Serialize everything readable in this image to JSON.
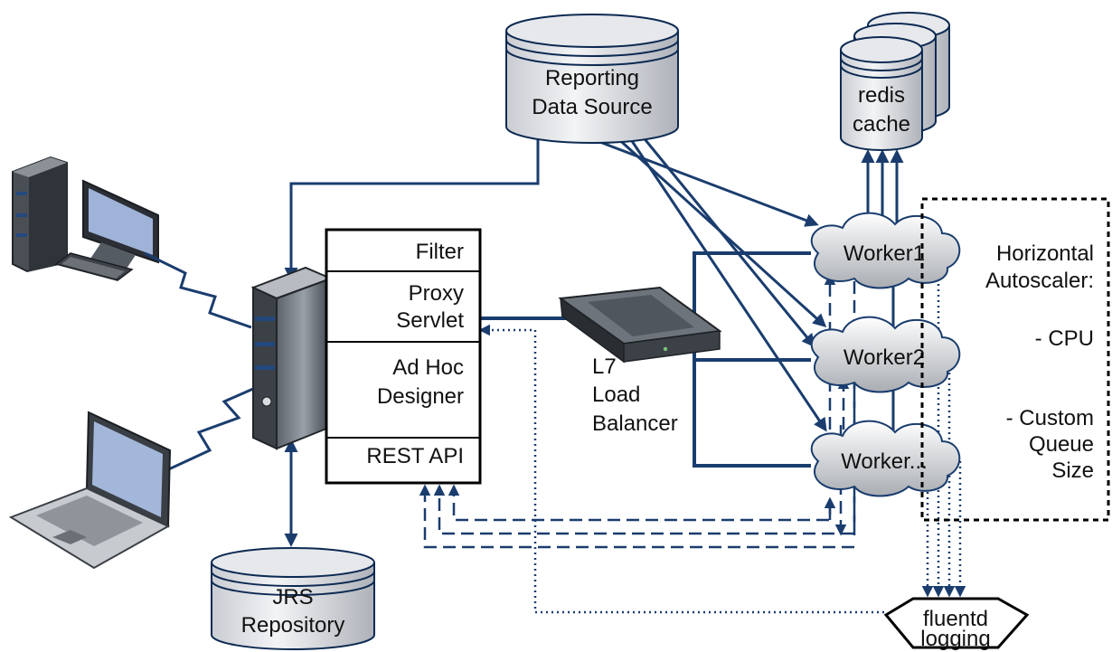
{
  "nodes": {
    "reporting_source": [
      "Reporting",
      "Data Source"
    ],
    "redis": [
      "redis",
      "cache"
    ],
    "proxy_panel": {
      "filter": "Filter",
      "proxy": [
        "Proxy",
        "Servlet"
      ],
      "adhoc": [
        "Ad Hoc",
        "Designer"
      ],
      "rest": "REST API"
    },
    "load_balancer": [
      "L7",
      "Load",
      "Balancer"
    ],
    "workers": [
      "Worker1",
      "Worker2",
      "Worker..."
    ],
    "autoscaler": [
      "Horizontal",
      "Autoscaler:",
      "- CPU",
      "- Custom",
      "Queue",
      "Size"
    ],
    "jrs_repo": [
      "JRS",
      "Repository"
    ],
    "fluentd": [
      "fluentd",
      "logging"
    ]
  },
  "colors": {
    "line": "#1a3d6e",
    "border": "#0d2a52"
  },
  "icons": [
    "desktop-computer-icon",
    "laptop-icon",
    "server-tower-icon",
    "network-switch-icon"
  ]
}
